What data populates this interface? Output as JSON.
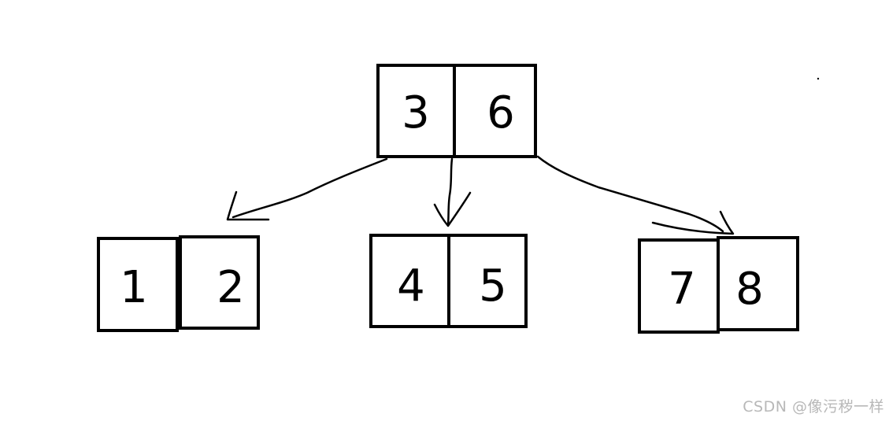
{
  "tree": {
    "root": {
      "keys": [
        "3",
        "6"
      ]
    },
    "children": [
      {
        "keys": [
          "1",
          "2"
        ]
      },
      {
        "keys": [
          "4",
          "5"
        ]
      },
      {
        "keys": [
          "7",
          "8"
        ]
      }
    ]
  },
  "watermark": "CSDN @像污秽一样"
}
